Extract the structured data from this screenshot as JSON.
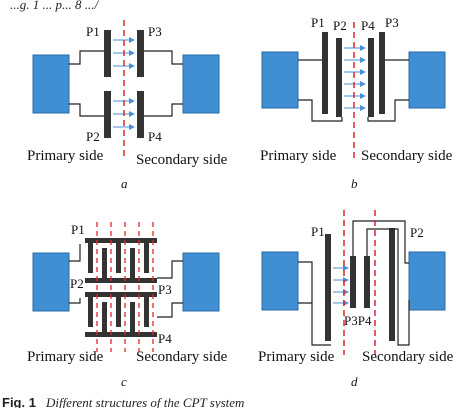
{
  "header_fragment": "...g. 1 ... p... 8 .../",
  "colors": {
    "block": "#3f8fd2",
    "block_edge": "#2a6ca8",
    "plate": "#333333",
    "wire": "#222222",
    "dash": "#e0262b",
    "arrow": "#4a90d9"
  },
  "panel_a": {
    "label": "a",
    "plates": [
      "P1",
      "P3",
      "P2",
      "P4"
    ],
    "primary": "Primary side",
    "secondary": "Secondary side"
  },
  "panel_b": {
    "label": "b",
    "plates": [
      "P1",
      "P2",
      "P4",
      "P3"
    ],
    "primary": "Primary side",
    "secondary": "Secondary side"
  },
  "panel_c": {
    "label": "c",
    "plates": [
      "P1",
      "P2",
      "P3",
      "P4"
    ],
    "primary": "Primary side",
    "secondary": "Secondary side"
  },
  "panel_d": {
    "label": "d",
    "plates": [
      "P1",
      "P2",
      "P3P4"
    ],
    "primary": "Primary side",
    "secondary": "Secondary side"
  },
  "caption": {
    "prefix": "Fig. 1",
    "text": "Different structures of the CPT system"
  }
}
